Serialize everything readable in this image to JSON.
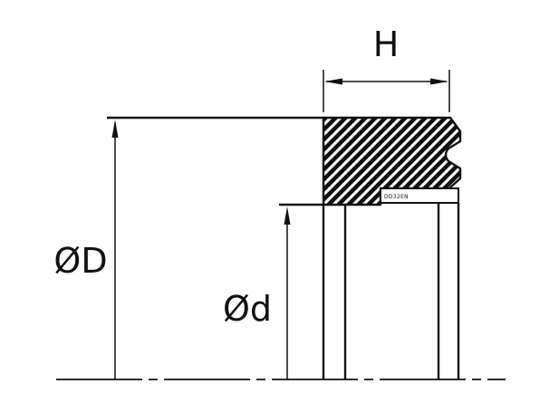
{
  "diagram": {
    "labels": {
      "height_dim": "H",
      "outer_diameter_dim": "ØD",
      "inner_diameter_dim": "Ød",
      "part_code": "DD32EN"
    },
    "colors": {
      "background": "#ffffff",
      "line": "#111111",
      "seal_fill": "#111111",
      "hatch_stripe": "#ffffff"
    }
  }
}
